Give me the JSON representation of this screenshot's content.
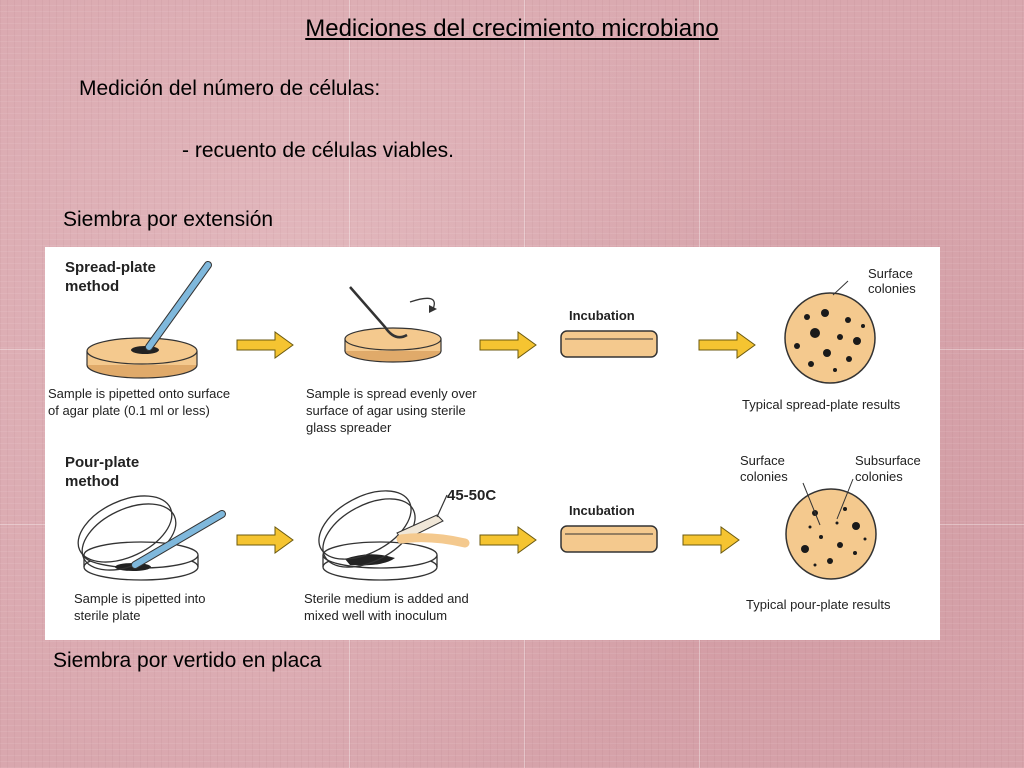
{
  "slide": {
    "title": "Mediciones del crecimiento microbiano",
    "subheading": "Medición del número de células:",
    "bullet": "- recuento de células viables.",
    "caption_spread": "Siembra por extensión",
    "caption_pour": "Siembra por vertido en placa"
  },
  "figure": {
    "spread": {
      "title_line1": "Spread-plate",
      "title_line2": "method",
      "step1_line1": "Sample is pipetted onto surface",
      "step1_line2": "of agar plate (0.1 ml or less)",
      "step2_line1": "Sample is spread evenly over",
      "step2_line2": "surface of agar using sterile",
      "step2_line3": "glass spreader",
      "incubation": "Incubation",
      "surface_line1": "Surface",
      "surface_line2": "colonies",
      "result": "Typical spread-plate results"
    },
    "pour": {
      "title_line1": "Pour-plate",
      "title_line2": "method",
      "temperature": "45-50C",
      "step1_line1": "Sample is pipetted into",
      "step1_line2": "sterile plate",
      "step2_line1": "Sterile medium is added and",
      "step2_line2": "mixed well with inoculum",
      "incubation": "Incubation",
      "surface_line1": "Surface",
      "surface_line2": "colonies",
      "subsurface_line1": "Subsurface",
      "subsurface_line2": "colonies",
      "result": "Typical pour-plate results"
    },
    "colors": {
      "agar": "#f4c98e",
      "arrow": "#f5c431",
      "colony": "#1a1a1a",
      "pipette": "#7fb8dc"
    }
  }
}
